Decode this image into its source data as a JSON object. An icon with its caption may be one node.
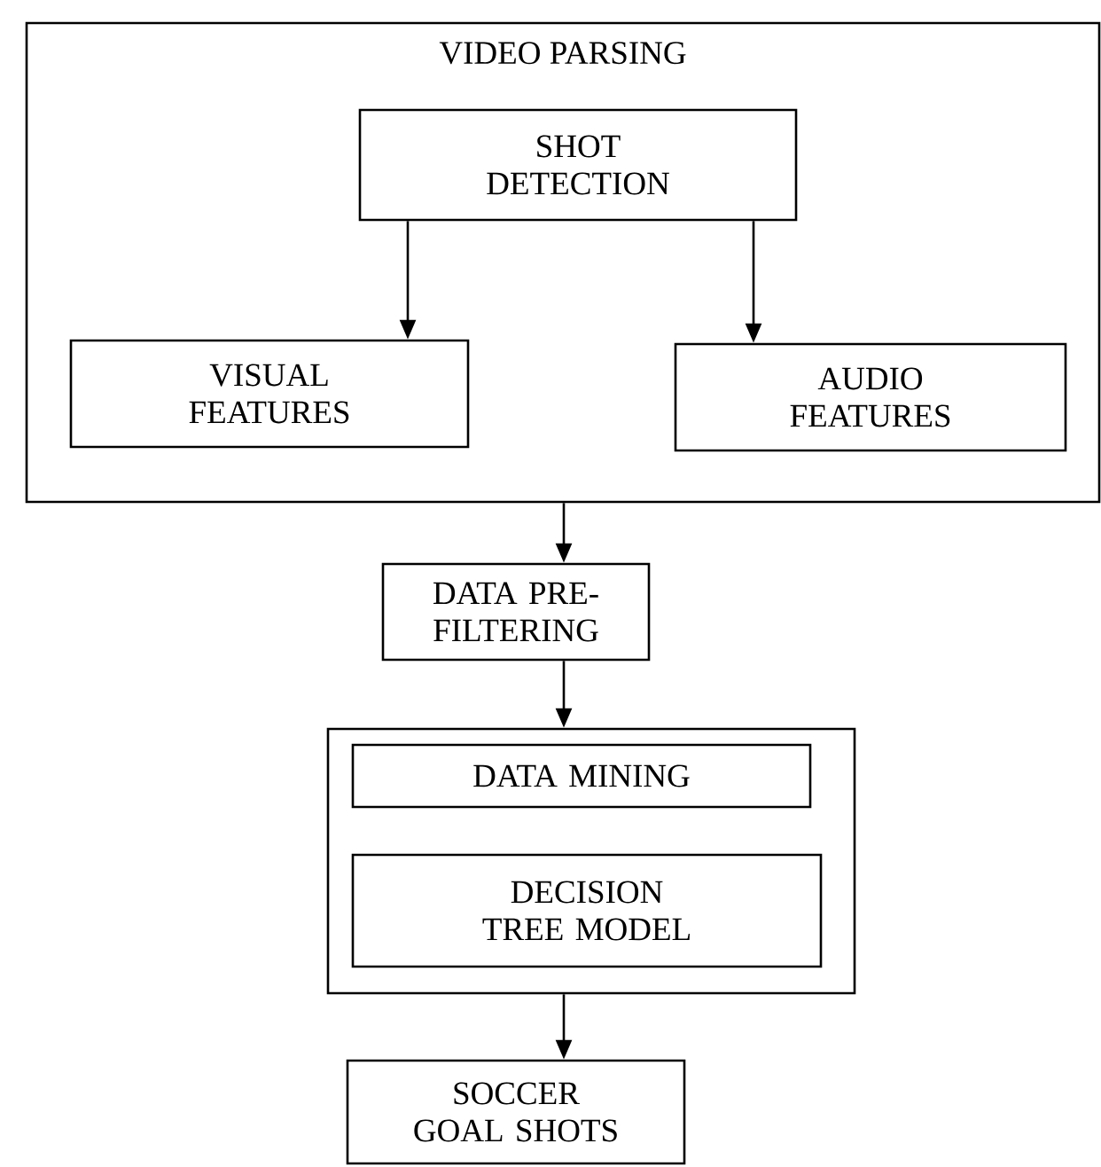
{
  "diagram": {
    "nodes": [
      {
        "text": [
          "VIDEO PARSING"
        ]
      },
      {
        "text": [
          "SHOT DETECTION"
        ],
        "in": 0
      },
      {
        "text": [
          "VISUAL FEATURES"
        ],
        "in": 0
      },
      {
        "text": [
          "AUDIO FEATURES"
        ],
        "in": 0
      },
      {
        "text": [
          "DATA PRE-FILTERING"
        ]
      },
      {
        "text": [],
        "shape": "box"
      },
      {
        "text": [
          "DATA MINING"
        ],
        "in": 5
      },
      {
        "text": [
          "DECISION TREE MODEL"
        ],
        "in": 5
      },
      {
        "text": [
          "SOCCER GOAL SHOTS"
        ]
      }
    ],
    "edges": [
      {
        "from": 1,
        "to": 2,
        "arrow": "to"
      },
      {
        "from": 1,
        "to": 3,
        "arrow": "to"
      },
      {
        "from": 0,
        "to": 4,
        "arrow": "to"
      },
      {
        "from": 4,
        "to": 5,
        "arrow": "to"
      },
      {
        "from": 5,
        "to": 8,
        "arrow": "to"
      }
    ]
  }
}
